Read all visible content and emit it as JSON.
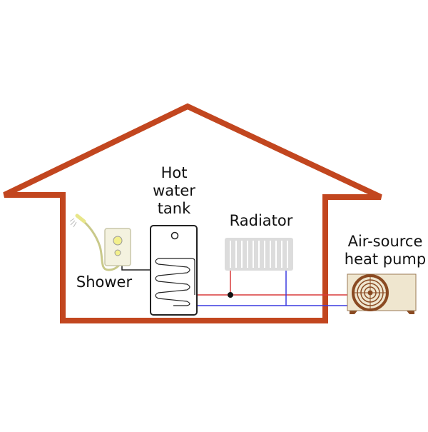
{
  "labels": {
    "tank_line1": "Hot",
    "tank_line2": "water",
    "tank_line3": "tank",
    "radiator": "Radiator",
    "shower": "Shower",
    "heat_pump_line1": "Air-source",
    "heat_pump_line2": "heat pump"
  },
  "colors": {
    "house": "#c2461f",
    "hot_pipe": "#d93a3a",
    "cold_pipe": "#3a3ae0",
    "radiator": "#d8d8d8",
    "heat_pump_body": "#efe6cf",
    "heat_pump_fan": "#8a4a22",
    "shower_yellow": "#f3f08c"
  }
}
